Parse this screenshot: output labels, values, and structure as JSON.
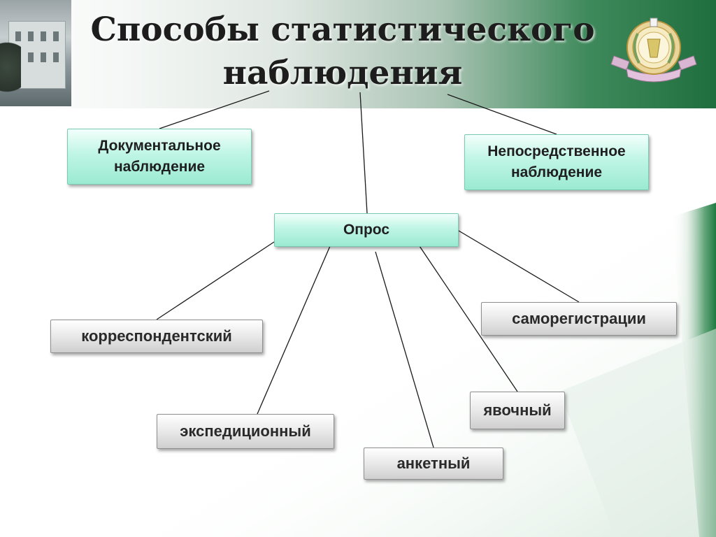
{
  "title": {
    "line1": "Способы статистического",
    "line2": "наблюдения"
  },
  "colors": {
    "header_green": "#1f6e3e",
    "teal_box": "#bff5e4",
    "grey_box": "#e6e6e6",
    "connector": "#1a1a1a"
  },
  "nodes": {
    "documentary": "Документальное наблюдение",
    "direct": "Непосредственное наблюдение",
    "survey": "Опрос",
    "correspondent": "корреспондентский",
    "expeditionary": "экспедиционный",
    "questionnaire": "анкетный",
    "attendance": "явочный",
    "self_registration": "саморегистрации"
  },
  "edges": [
    [
      "title",
      "documentary"
    ],
    [
      "title",
      "direct"
    ],
    [
      "title",
      "survey"
    ],
    [
      "survey",
      "correspondent"
    ],
    [
      "survey",
      "expeditionary"
    ],
    [
      "survey",
      "questionnaire"
    ],
    [
      "survey",
      "attendance"
    ],
    [
      "survey",
      "self_registration"
    ]
  ]
}
